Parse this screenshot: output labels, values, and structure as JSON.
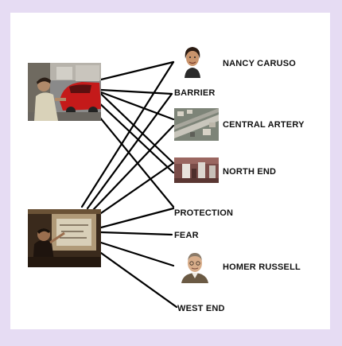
{
  "people": {
    "nancy": {
      "name": "NANCY CARUSO",
      "photo_icon": "portrait-photo-icon"
    },
    "homer": {
      "name": "HOMER RUSSELL",
      "photo_icon": "portrait-photo-icon"
    }
  },
  "places": {
    "central": {
      "name": "CENTRAL ARTERY",
      "photo_icon": "aerial-photo-icon"
    },
    "north": {
      "name": "NORTH END",
      "photo_icon": "street-photo-icon"
    },
    "west": {
      "name": "WEST END"
    }
  },
  "topics": {
    "barrier": "BARRIER",
    "protection": "PROTECTION",
    "fear": "FEAR"
  },
  "clips": [
    {
      "icon": "street-interview-video-icon"
    },
    {
      "icon": "presentation-video-icon"
    }
  ],
  "colors": {
    "frame": "#e6dcf3",
    "panel": "#ffffff",
    "link_line": "#000000",
    "label_text": "#111111"
  }
}
